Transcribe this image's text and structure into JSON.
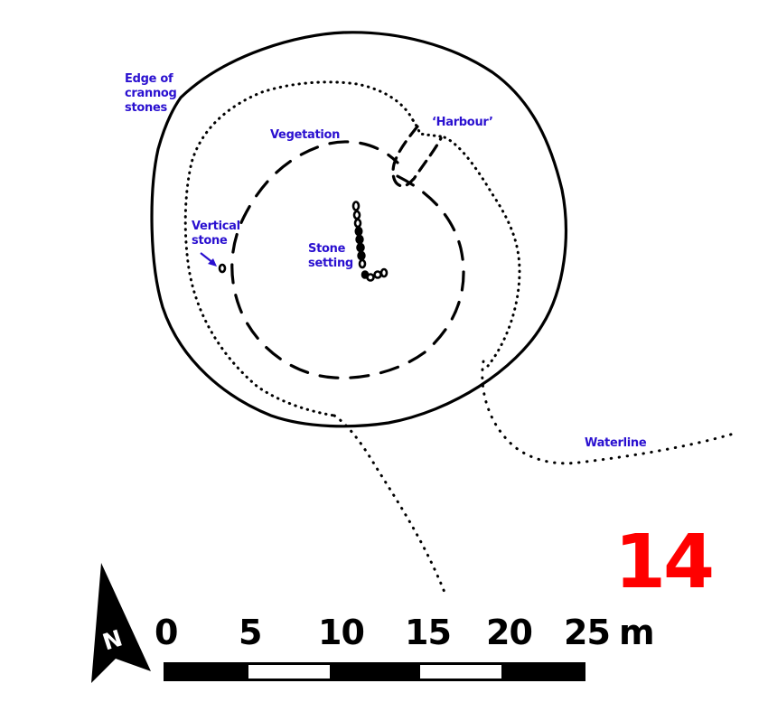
{
  "figure": {
    "site_number": "14",
    "site_number_color": "#ff0000",
    "label_color": "#2a10d0"
  },
  "labels": {
    "edge_of_crannog_stones": [
      "Edge of",
      "crannog",
      "stones"
    ],
    "vegetation": "Vegetation",
    "harbour": "‘Harbour’",
    "vertical_stone": [
      "Vertical",
      "stone"
    ],
    "stone_setting": [
      "Stone",
      "setting"
    ],
    "waterline": "Waterline"
  },
  "north_arrow": {
    "letter": "N"
  },
  "scale_bar": {
    "ticks": [
      "0",
      "5",
      "10",
      "15",
      "20",
      "25"
    ],
    "unit": "m",
    "segments": [
      "black",
      "white",
      "black",
      "white",
      "black"
    ]
  },
  "legend_features": [
    {
      "feature": "Edge of crannog stones",
      "line_style": "solid"
    },
    {
      "feature": "Vegetation",
      "line_style": "dashed"
    },
    {
      "feature": "Waterline",
      "line_style": "dotted"
    }
  ]
}
